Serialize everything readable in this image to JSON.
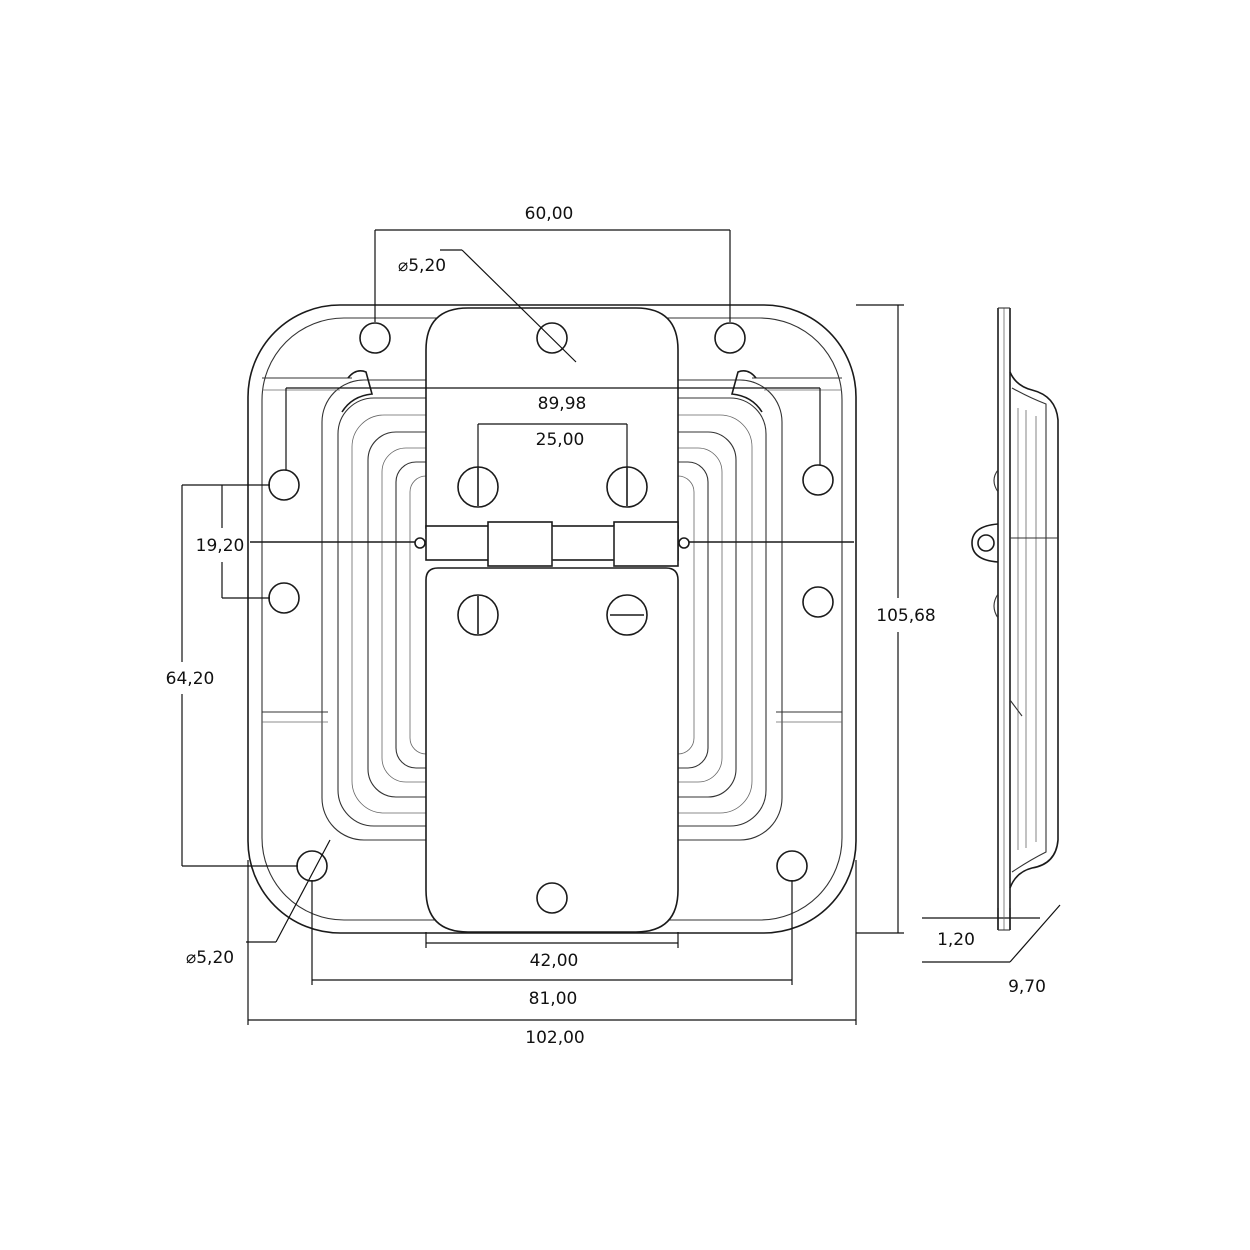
{
  "dimensions": {
    "hole_spacing_top": "60,00",
    "hole_diameter_top": "⌀5,20",
    "inner_width": "89,98",
    "screw_spacing": "25,00",
    "vertical_hole_spacing": "19,20",
    "vertical_span": "64,20",
    "overall_height": "105,68",
    "hole_diameter_bottom": "⌀5,20",
    "plate_width": "42,00",
    "bottom_hole_spacing": "81,00",
    "overall_width": "102,00",
    "thickness": "1,20",
    "depth": "9,70"
  }
}
